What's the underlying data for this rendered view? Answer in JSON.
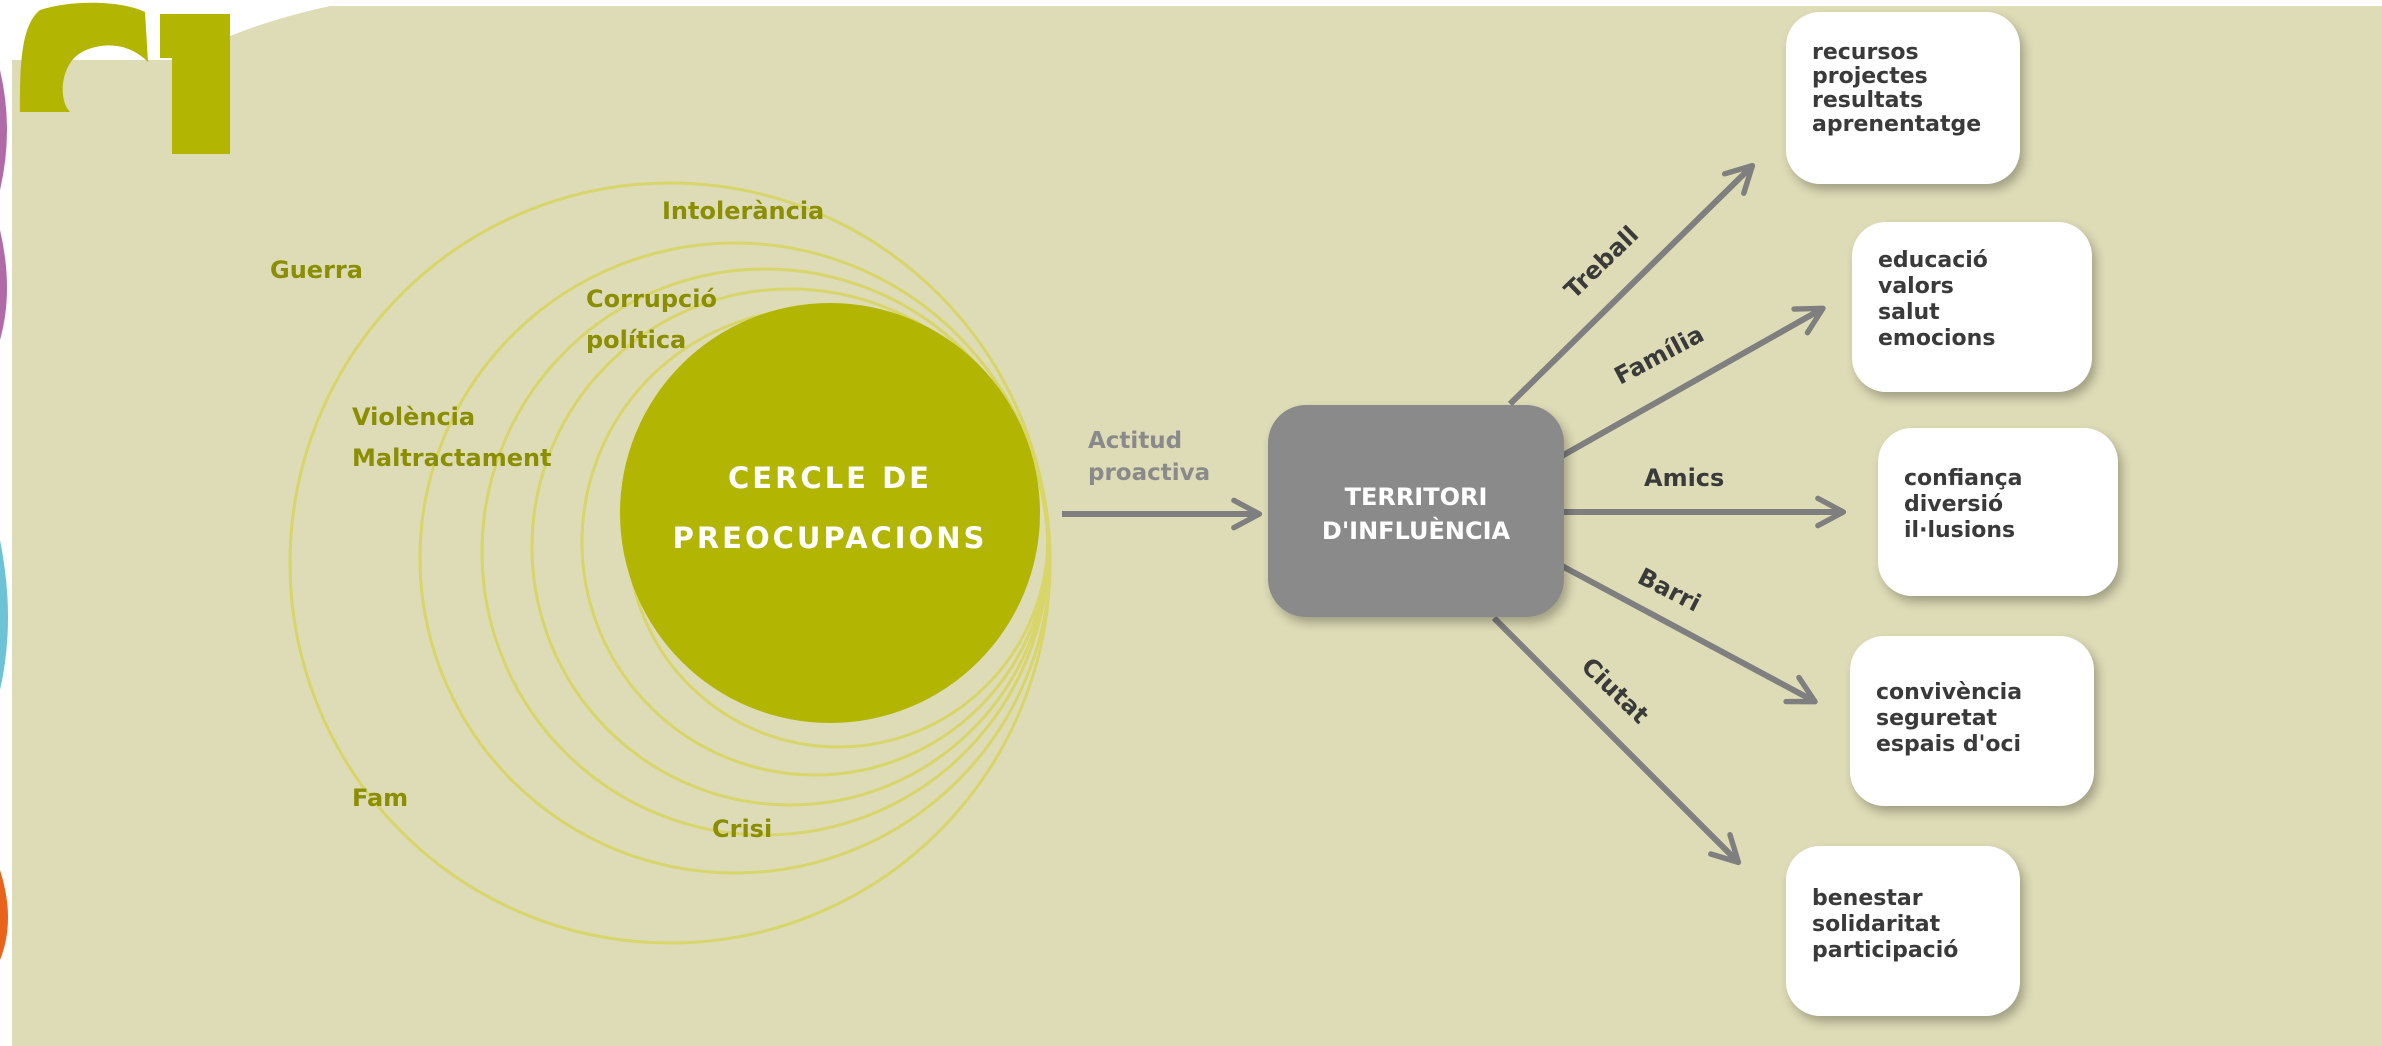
{
  "colors": {
    "background": "#dedcb6",
    "olive": "#b2b502",
    "olive_text": "#8a8e00",
    "ring": "#d8d56a",
    "gray": "#8a8a8a",
    "arrow": "#7f7f7f",
    "text_dark": "#3a3a3a",
    "accent_purple": "#b06aa7",
    "accent_cyan": "#6ec2d6",
    "accent_orange": "#e8641c"
  },
  "circle_of_concern": {
    "title_line1": "CERCLE DE",
    "title_line2": "PREOCUPACIONS",
    "concerns": {
      "intolerancia": "Intolerància",
      "guerra": "Guerra",
      "corrupcio": "Corrupció",
      "politica": "política",
      "violencia": "Violència",
      "maltractament": "Maltractament",
      "fam": "Fam",
      "crisi": "Crisi"
    }
  },
  "proactive_link": {
    "line1": "Actitud",
    "line2": "proactiva"
  },
  "territory": {
    "line1": "TERRITORI",
    "line2": "D'INFLUÈNCIA"
  },
  "branches": [
    {
      "label": "Treball",
      "items": [
        "recursos",
        "projectes",
        "resultats",
        "aprenentatge"
      ]
    },
    {
      "label": "Família",
      "items": [
        "educació",
        "valors",
        "salut",
        "emocions"
      ]
    },
    {
      "label": "Amics",
      "items": [
        "confiança",
        "diversió",
        "il·lusions"
      ]
    },
    {
      "label": "Barri",
      "items": [
        "convivència",
        "seguretat",
        "espais d'oci"
      ]
    },
    {
      "label": "Ciutat",
      "items": [
        "benestar",
        "solidaritat",
        "participació"
      ]
    }
  ]
}
